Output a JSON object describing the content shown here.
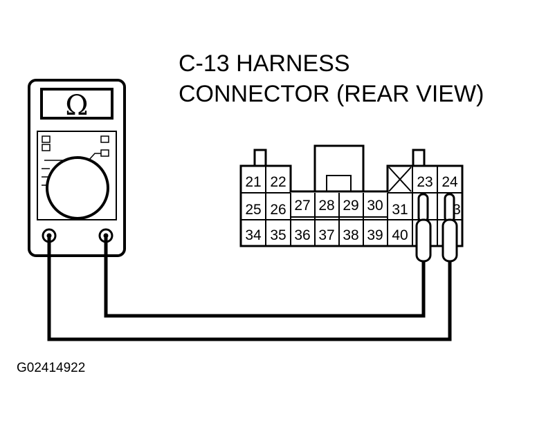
{
  "title": {
    "line1": "C-13 HARNESS",
    "line2": "CONNECTOR (REAR VIEW)"
  },
  "meter": {
    "display_symbol": "Ω"
  },
  "connector": {
    "pins": {
      "p21": "21",
      "p22": "22",
      "p23": "23",
      "p24": "24",
      "p25": "25",
      "p26": "26",
      "p27": "27",
      "p28": "28",
      "p29": "29",
      "p30": "30",
      "p31": "31",
      "p32": "3",
      "p33": "3",
      "p34": "34",
      "p35": "35",
      "p36": "36",
      "p37": "37",
      "p38": "38",
      "p39": "39",
      "p40": "40"
    }
  },
  "figure_code": "G02414922"
}
